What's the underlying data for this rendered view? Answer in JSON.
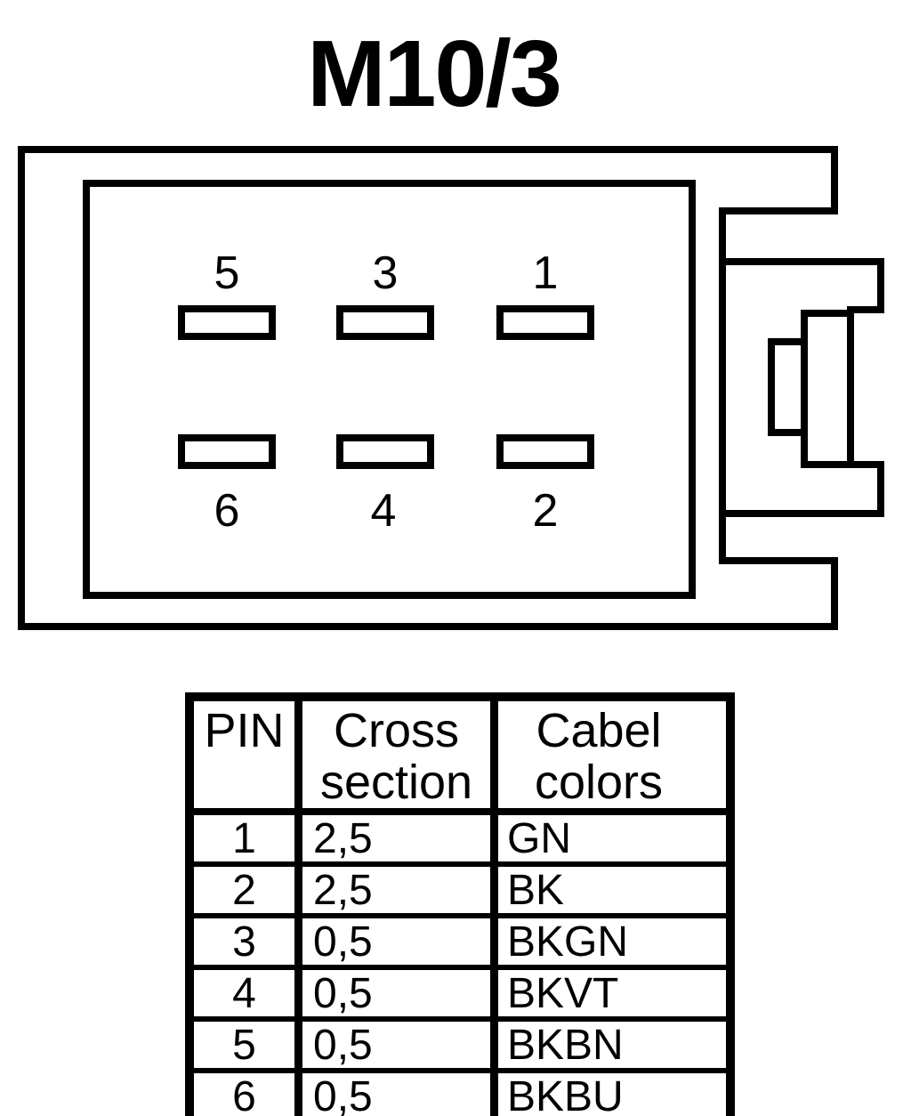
{
  "title": "M10/3",
  "connector": {
    "description": "6-pin connector face view with right-side latch profile",
    "pin_labels_top": [
      "5",
      "3",
      "1"
    ],
    "pin_labels_bottom": [
      "6",
      "4",
      "2"
    ]
  },
  "table": {
    "headers": {
      "pin": "PIN",
      "cross_section": "Cross section",
      "cable_colors": "Cabel colors"
    },
    "rows": [
      {
        "pin": "1",
        "cross_section": "2,5",
        "color": "GN"
      },
      {
        "pin": "2",
        "cross_section": "2,5",
        "color": "BK"
      },
      {
        "pin": "3",
        "cross_section": "0,5",
        "color": "BKGN"
      },
      {
        "pin": "4",
        "cross_section": "0,5",
        "color": "BKVT"
      },
      {
        "pin": "5",
        "cross_section": "0,5",
        "color": "BKBN"
      },
      {
        "pin": "6",
        "cross_section": "0,5",
        "color": "BKBU"
      }
    ]
  },
  "colors": {
    "ink": "#000000",
    "paper": "#ffffff"
  }
}
